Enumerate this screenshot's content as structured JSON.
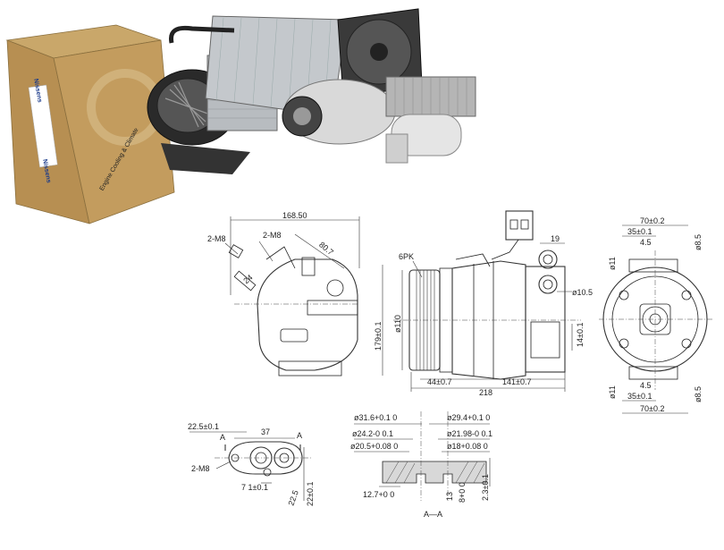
{
  "box": {
    "brand_label": "Nissens",
    "side_text": "Engine Cooling & Climate"
  },
  "drawing": {
    "main_views": {
      "width_overall": "168.50",
      "angle_width": "80.7",
      "thread_top_left": "2-M8",
      "thread_top_right": "2-M8",
      "offset_small": "24",
      "belt": "6PK",
      "pulley_dia": "ø110",
      "height_overall": "179±0.1",
      "connector_top": "19",
      "port_dia": "ø10.5",
      "height_right": "14±0.1",
      "offset_pulley": "44±0.7",
      "body_length": "141±0.7",
      "total_length": "218",
      "rear_top_width": "70±0.2",
      "rear_top_inner": "35±0.1",
      "rear_top_small": "4.5",
      "rear_top_hole": "ø8.5",
      "rear_left_hole_top": "ø11",
      "rear_bottom_small": "4.5",
      "rear_bottom_inner": "35±0.1",
      "rear_bottom_width": "70±0.2",
      "rear_left_hole_bottom": "ø11",
      "rear_bottom_hole": "ø8.5"
    },
    "port_view": {
      "width_a": "22.5±0.1",
      "width_b": "37",
      "section_mark_left": "A",
      "section_mark_right": "A",
      "thread": "2-M8",
      "offset": "7 1±0.1",
      "height_a": "22.5",
      "height_b": "22±0.1"
    },
    "section_view": {
      "dia_left_1": "ø31.6+0.1 0",
      "dia_left_2": "ø24.2-0 0.1",
      "dia_left_3": "ø20.5+0.08 0",
      "dia_right_1": "ø29.4+0.1 0",
      "dia_right_2": "ø21.98-0 0.1",
      "dia_right_3": "ø18+0.08 0",
      "depth_left": "12.7+0 0",
      "depth_mid": "13",
      "depth_right": "8+0 0",
      "depth_far": "2.3±0.1",
      "title": "A—A"
    }
  }
}
